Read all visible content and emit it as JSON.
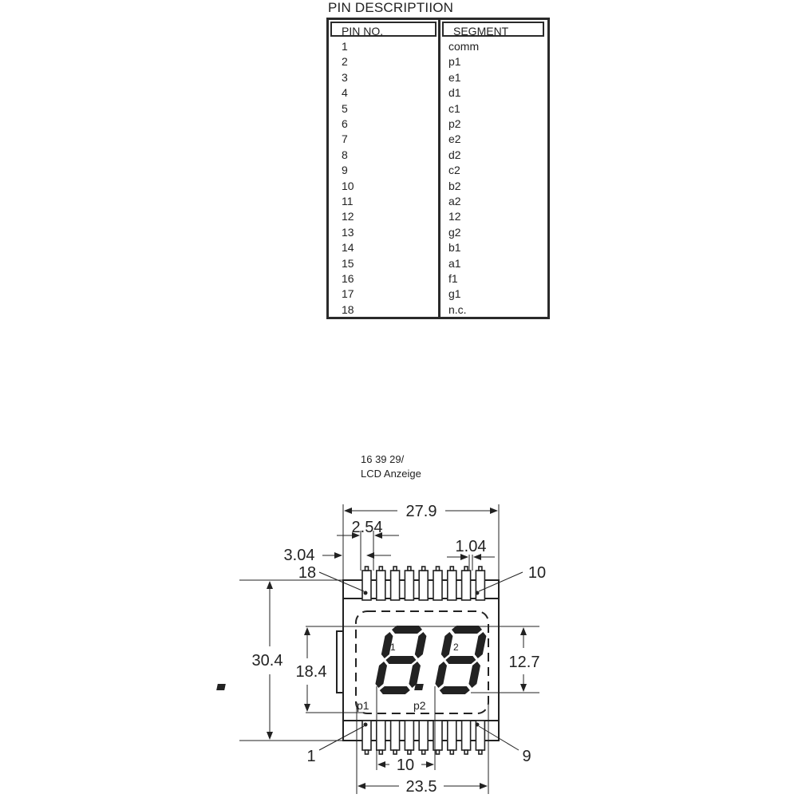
{
  "table": {
    "title": "PIN DESCRIPTIION",
    "headers": {
      "pin": "PIN NO.",
      "segment": "SEGMENT"
    },
    "rows": [
      {
        "pin": "1",
        "segment": "comm"
      },
      {
        "pin": "2",
        "segment": "p1"
      },
      {
        "pin": "3",
        "segment": "e1"
      },
      {
        "pin": "4",
        "segment": "d1"
      },
      {
        "pin": "5",
        "segment": "c1"
      },
      {
        "pin": "6",
        "segment": "p2"
      },
      {
        "pin": "7",
        "segment": "e2"
      },
      {
        "pin": "8",
        "segment": "d2"
      },
      {
        "pin": "9",
        "segment": "c2"
      },
      {
        "pin": "10",
        "segment": "b2"
      },
      {
        "pin": "11",
        "segment": "a2"
      },
      {
        "pin": "12",
        "segment": "12"
      },
      {
        "pin": "13",
        "segment": "g2"
      },
      {
        "pin": "14",
        "segment": "b1"
      },
      {
        "pin": "15",
        "segment": "a1"
      },
      {
        "pin": "16",
        "segment": "f1"
      },
      {
        "pin": "17",
        "segment": "g1"
      },
      {
        "pin": "18",
        "segment": "n.c."
      }
    ]
  },
  "caption": {
    "line1": "16 39 29/",
    "line2": "LCD Anzeige"
  },
  "drawing": {
    "dims": {
      "overall_width": "27.9",
      "pin_pitch": "2.54",
      "edge_offset": "3.04",
      "pin_width": "1.04",
      "overall_height": "30.4",
      "viewing_height": "18.4",
      "digit_height": "12.7",
      "digit_spacing": "10",
      "viewing_width": "23.5"
    },
    "pin_labels": {
      "top_left": "18",
      "top_right": "10",
      "bottom_left": "1",
      "bottom_right": "9"
    },
    "digit_labels": {
      "d1": "1",
      "d2": "2",
      "p1": "p1",
      "p2": "p2"
    }
  }
}
